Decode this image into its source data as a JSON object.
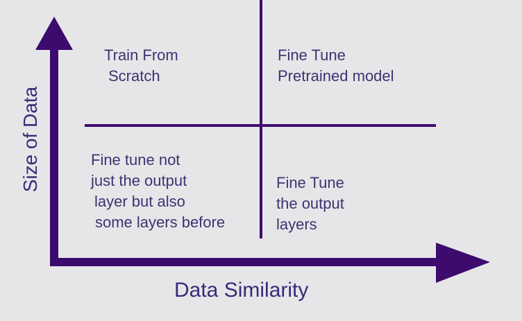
{
  "diagram": {
    "y_axis_label": "Size of Data",
    "x_axis_label": "Data Similarity",
    "quadrants": {
      "top_left": [
        "Train From",
        "Scratch"
      ],
      "top_right": [
        "Fine Tune",
        "Pretrained model"
      ],
      "bottom_left": [
        "Fine tune not",
        "just the output",
        "layer but also",
        "some layers before"
      ],
      "bottom_right": [
        "Fine Tune",
        "the output",
        "layers"
      ]
    },
    "colors": {
      "background": "#e6e6e9",
      "axis": "#3d0a6e",
      "text": "#3a3470"
    }
  }
}
